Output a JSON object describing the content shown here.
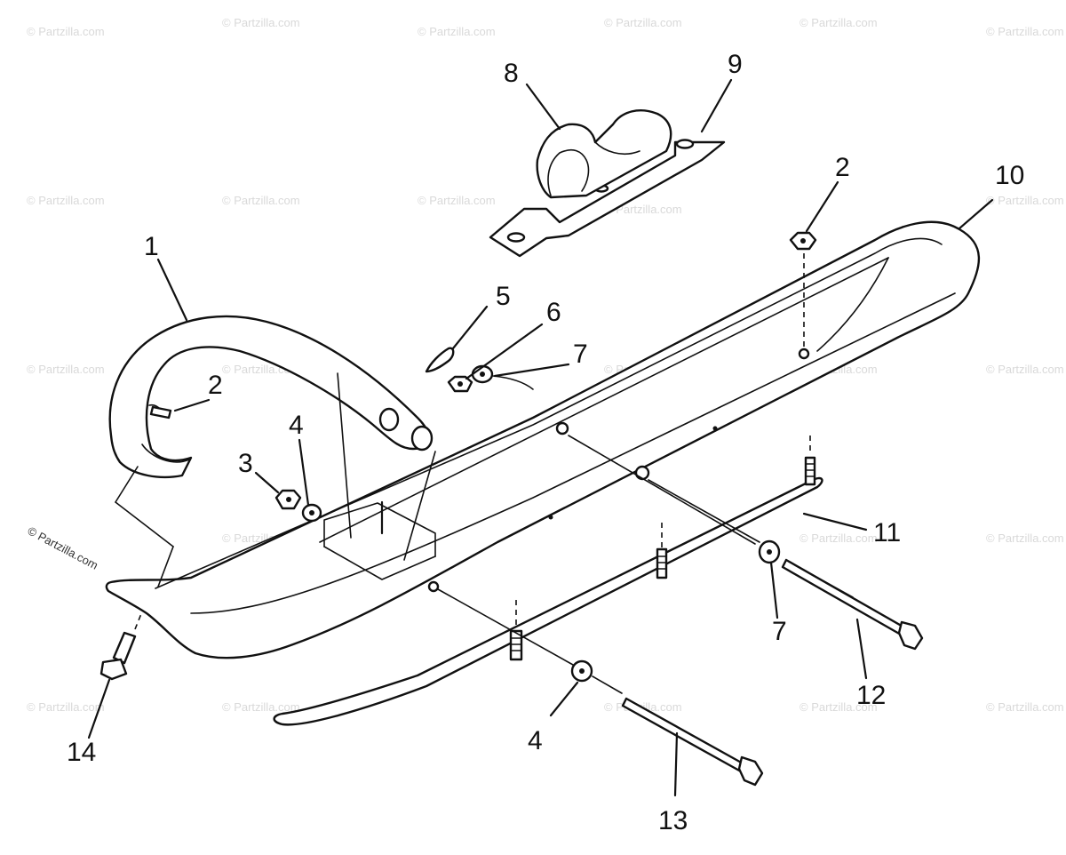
{
  "watermark": {
    "text": "© Partzilla.com"
  },
  "callouts": [
    {
      "id": "c1",
      "label": "1"
    },
    {
      "id": "c2a",
      "label": "2"
    },
    {
      "id": "c2b",
      "label": "2"
    },
    {
      "id": "c3",
      "label": "3"
    },
    {
      "id": "c4a",
      "label": "4"
    },
    {
      "id": "c4b",
      "label": "4"
    },
    {
      "id": "c5",
      "label": "5"
    },
    {
      "id": "c6",
      "label": "6"
    },
    {
      "id": "c7a",
      "label": "7"
    },
    {
      "id": "c7b",
      "label": "7"
    },
    {
      "id": "c8",
      "label": "8"
    },
    {
      "id": "c9",
      "label": "9"
    },
    {
      "id": "c10",
      "label": "10"
    },
    {
      "id": "c11",
      "label": "11"
    },
    {
      "id": "c12",
      "label": "12"
    },
    {
      "id": "c13",
      "label": "13"
    },
    {
      "id": "c14",
      "label": "14"
    }
  ]
}
